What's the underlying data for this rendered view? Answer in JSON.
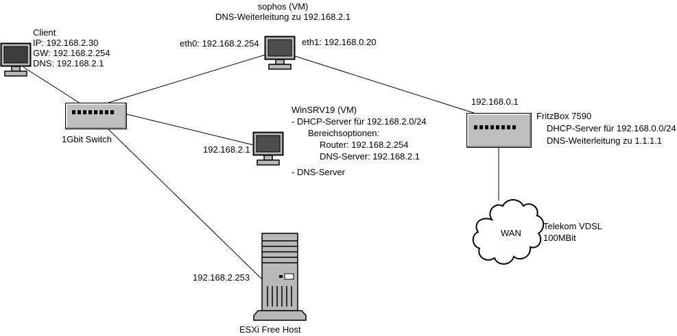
{
  "diagram": {
    "client": {
      "title": "Client",
      "details": [
        "IP: 192.168.2.30",
        "GW: 192.168.2.254",
        "DNS: 192.168.2.1"
      ]
    },
    "sophos": {
      "title": "sophos (VM)",
      "subtitle": "DNS-Weiterleitung zu 192.168.2.1",
      "eth0_label": "eth0: 192.168.2.254",
      "eth1_label": "eth1: 192.168.0.20"
    },
    "switch": {
      "label": "1Gbit Switch"
    },
    "winsrv19": {
      "ip_label": "192.168.2.1",
      "title": "WinSRV19 (VM)",
      "details": [
        "- DHCP-Server für 192.168.2.0/24",
        "Bereichsoptionen:",
        "Router: 192.168.2.254",
        "DNS-Server: 192.168.2.1",
        "- DNS-Server"
      ]
    },
    "fritzbox": {
      "ip_label": "192.168.0.1",
      "title": "FritzBox 7590",
      "details": [
        "DHCP-Server für 192.168.0.0/24",
        "DNS-Weiterleitung zu 1.1.1.1"
      ]
    },
    "wan": {
      "label": "WAN",
      "details": [
        "Telekom VDSL",
        "100MBit"
      ]
    },
    "esxi": {
      "ip_label": "192.168.2.253",
      "label": "ESXi Free Host"
    },
    "colors": {
      "background": "#ffffff",
      "device_fill": "#bfbfbf",
      "screen_fill": "#4d4d4d",
      "outline": "#000000"
    }
  }
}
